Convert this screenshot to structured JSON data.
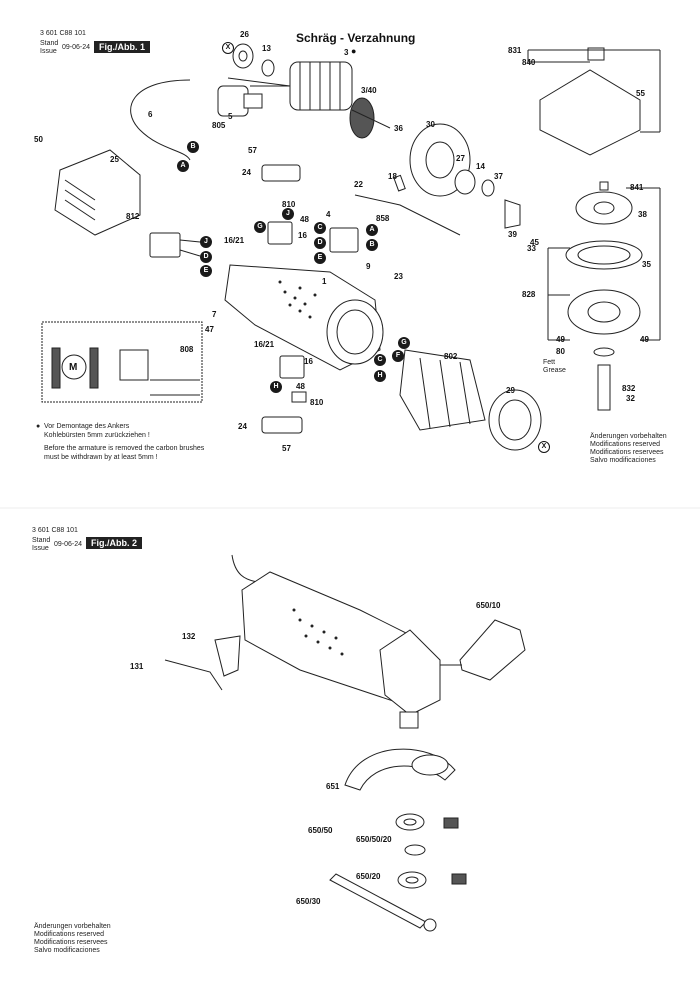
{
  "sheet1": {
    "doc_number": "3 601 C88 101",
    "stand_label": "Stand",
    "issue_label": "Issue",
    "date": "09-06-24",
    "fig_label": "Fig./Abb. 1",
    "title": "Schräg - Verzahnung",
    "note_symbol": "●",
    "note_de_1": "Vor Demontage des Ankers",
    "note_de_2": "Kohlebürsten 5mm zurückziehen !",
    "note_en_1": "Before the armature is removed the carbon brushes",
    "note_en_2": "must be withdrawn by at least 5mm !",
    "fett": "Fett",
    "grease": "Grease",
    "motor_letter": "M",
    "reserved": [
      "Änderungen vorbehalten",
      "Modifications reserved",
      "Modifications reservees",
      "Salvo modificaciones"
    ],
    "labels": {
      "l26": "26",
      "l13": "13",
      "l3": "3",
      "l3_40": "3/40",
      "l6": "6",
      "l5": "5",
      "l805": "805",
      "l36": "36",
      "l30": "30",
      "l50": "50",
      "l25": "25",
      "l57a": "57",
      "l24a": "24",
      "l810a": "810",
      "l48a": "48",
      "l16_21a": "16/21",
      "l16a": "16",
      "l812": "812",
      "l4": "4",
      "l858": "858",
      "l22": "22",
      "l18": "18",
      "l27": "27",
      "l14": "14",
      "l37": "37",
      "l38": "38",
      "l39": "39",
      "l45": "45",
      "l9": "9",
      "l23": "23",
      "l1": "1",
      "l7": "7",
      "l47": "47",
      "l808": "808",
      "l16_21b": "16/21",
      "l16b": "16",
      "l48b": "48",
      "l810b": "810",
      "l24b": "24",
      "l57b": "57",
      "l802": "802",
      "l29": "29",
      "l831": "831",
      "l840": "840",
      "l55": "55",
      "l841": "841",
      "l33": "33",
      "l35": "35",
      "l828": "828",
      "l49a": "49",
      "l49b": "49",
      "l80": "80",
      "l832": "832",
      "l32": "32"
    },
    "markers": {
      "x": "X",
      "a": "A",
      "b": "B",
      "c": "C",
      "d": "D",
      "e": "E",
      "f": "F",
      "g": "G",
      "h": "H",
      "j": "J"
    }
  },
  "sheet2": {
    "doc_number": "3 601 C88 101",
    "stand_label": "Stand",
    "issue_label": "Issue",
    "date": "09-06-24",
    "fig_label": "Fig./Abb. 2",
    "labels": {
      "l650_10": "650/10",
      "l132": "132",
      "l131": "131",
      "l651": "651",
      "l650_50": "650/50",
      "l650_50_20": "650/50/20",
      "l650_20": "650/20",
      "l650_30": "650/30"
    },
    "reserved": [
      "Änderungen vorbehalten",
      "Modifications reserved",
      "Modifications reservees",
      "Salvo modificaciones"
    ]
  }
}
